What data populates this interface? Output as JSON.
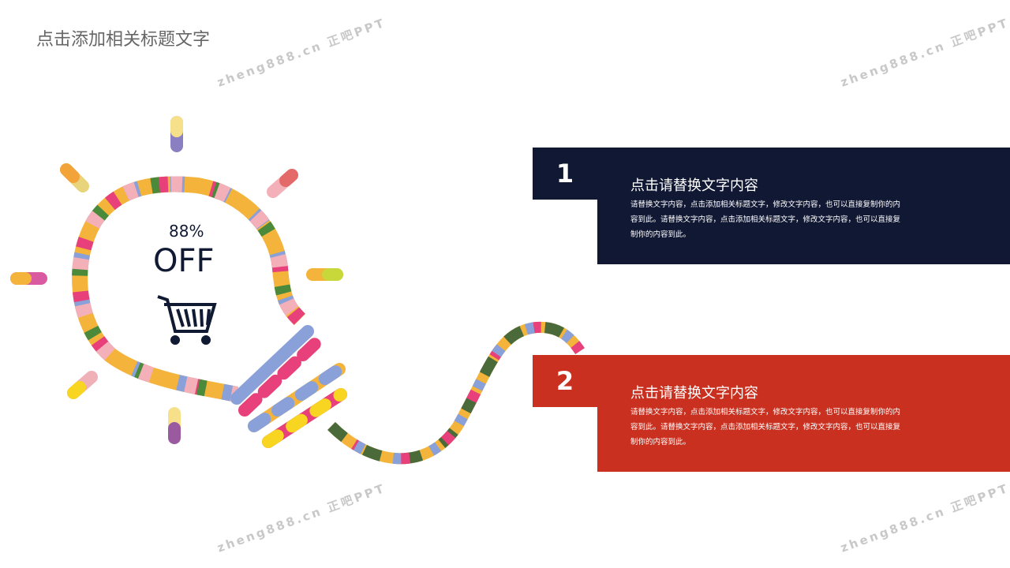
{
  "title": "点击添加相关标题文字",
  "watermark": {
    "site": "zheng888.cn",
    "brand": "正吧PPT"
  },
  "badge": {
    "percent": "88%",
    "label": "OFF",
    "icon": "shopping-cart-icon"
  },
  "items": [
    {
      "number": "1",
      "heading": "点击请替换文字内容",
      "body": "请替换文字内容，点击添加相关标题文字，修改文字内容，也可以直接复制你的内容到此。请替换文字内容，点击添加相关标题文字，修改文字内容，也可以直接复制你的内容到此。",
      "color": "#111834"
    },
    {
      "number": "2",
      "heading": "点击请替换文字内容",
      "body": "请替换文字内容，点击添加相关标题文字，修改文字内容，也可以直接复制你的内容到此。请替换文字内容，点击添加相关标题文字，修改文字内容，也可以直接复制你的内容到此。",
      "color": "#c9301f"
    }
  ]
}
